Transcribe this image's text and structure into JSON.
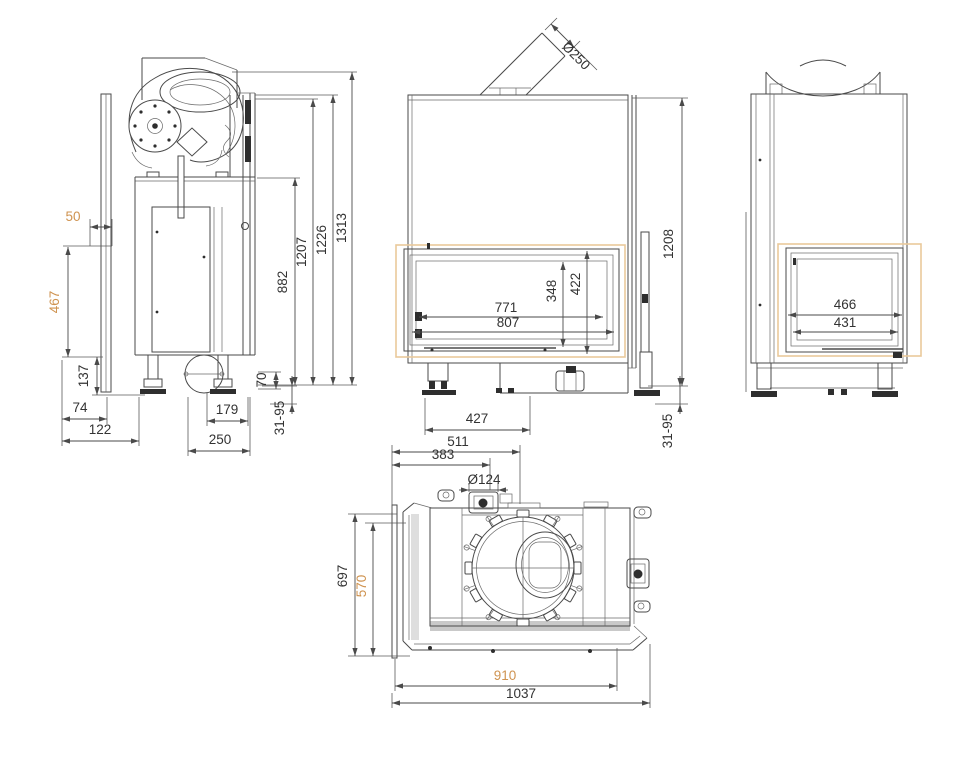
{
  "document": {
    "type": "technical-drawing",
    "subject": "fireplace-insert-orthographic-views"
  },
  "colors": {
    "background": "#ffffff",
    "line": "#4a4a4a",
    "dim_text": "#333333",
    "accent_text": "#cf9350",
    "accent_box": "#e9c99b",
    "door_glass_gray": "#c9c9c9"
  },
  "views": {
    "side": {
      "name": "side-view",
      "dims": {
        "d50": "50",
        "d467": "467",
        "d137": "137",
        "d74": "74",
        "d122": "122",
        "d179": "179",
        "d250": "250",
        "d70": "70",
        "d31_95": "31-95",
        "d882": "882",
        "d1207": "1207",
        "d1226": "1226",
        "d1313": "1313"
      }
    },
    "front": {
      "name": "front-view",
      "dims": {
        "d250dia": "Ø250",
        "d771": "771",
        "d807": "807",
        "d348": "348",
        "d422": "422",
        "d427": "427",
        "d1208": "1208",
        "d31_95": "31-95"
      }
    },
    "right": {
      "name": "right-side-view",
      "dims": {
        "d466": "466",
        "d431": "431"
      }
    },
    "top": {
      "name": "top-view",
      "dims": {
        "d511": "511",
        "d383": "383",
        "d124dia": "Ø124",
        "d697": "697",
        "d570": "570",
        "d910": "910",
        "d1037": "1037"
      }
    }
  }
}
